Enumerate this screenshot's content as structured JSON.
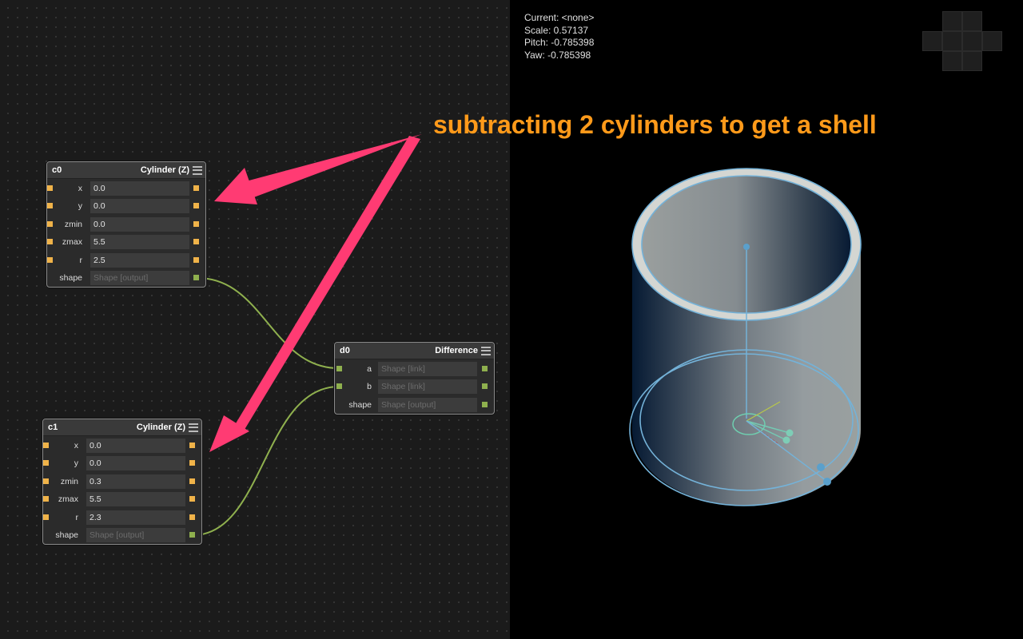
{
  "hud": {
    "current": "Current: <none>",
    "scale": "Scale: 0.57137",
    "pitch": "Pitch: -0.785398",
    "yaw": "Yaw: -0.785398"
  },
  "annotation": "subtracting 2 cylinders to get a shell",
  "colors": {
    "numeric_port": "#f0b349",
    "shape_port": "#8fb04e",
    "wire": "#8fb04e",
    "arrow": "#ff3b73",
    "annotation": "#ff9a1a",
    "wireframe": "#74b2d8"
  },
  "nodes": {
    "c0": {
      "name": "c0",
      "type": "Cylinder (Z)",
      "rows": [
        {
          "label": "x",
          "value": "0.0"
        },
        {
          "label": "y",
          "value": "0.0"
        },
        {
          "label": "zmin",
          "value": "0.0"
        },
        {
          "label": "zmax",
          "value": "5.5"
        },
        {
          "label": "r",
          "value": "2.5"
        }
      ],
      "shape": {
        "label": "shape",
        "placeholder": "Shape [output]"
      }
    },
    "c1": {
      "name": "c1",
      "type": "Cylinder (Z)",
      "rows": [
        {
          "label": "x",
          "value": "0.0"
        },
        {
          "label": "y",
          "value": "0.0"
        },
        {
          "label": "zmin",
          "value": "0.3"
        },
        {
          "label": "zmax",
          "value": "5.5"
        },
        {
          "label": "r",
          "value": "2.3"
        }
      ],
      "shape": {
        "label": "shape",
        "placeholder": "Shape [output]"
      }
    },
    "d0": {
      "name": "d0",
      "type": "Difference",
      "rows": [
        {
          "label": "a",
          "placeholder": "Shape [link]"
        },
        {
          "label": "b",
          "placeholder": "Shape [link]"
        },
        {
          "label": "shape",
          "placeholder": "Shape [output]"
        }
      ]
    }
  }
}
